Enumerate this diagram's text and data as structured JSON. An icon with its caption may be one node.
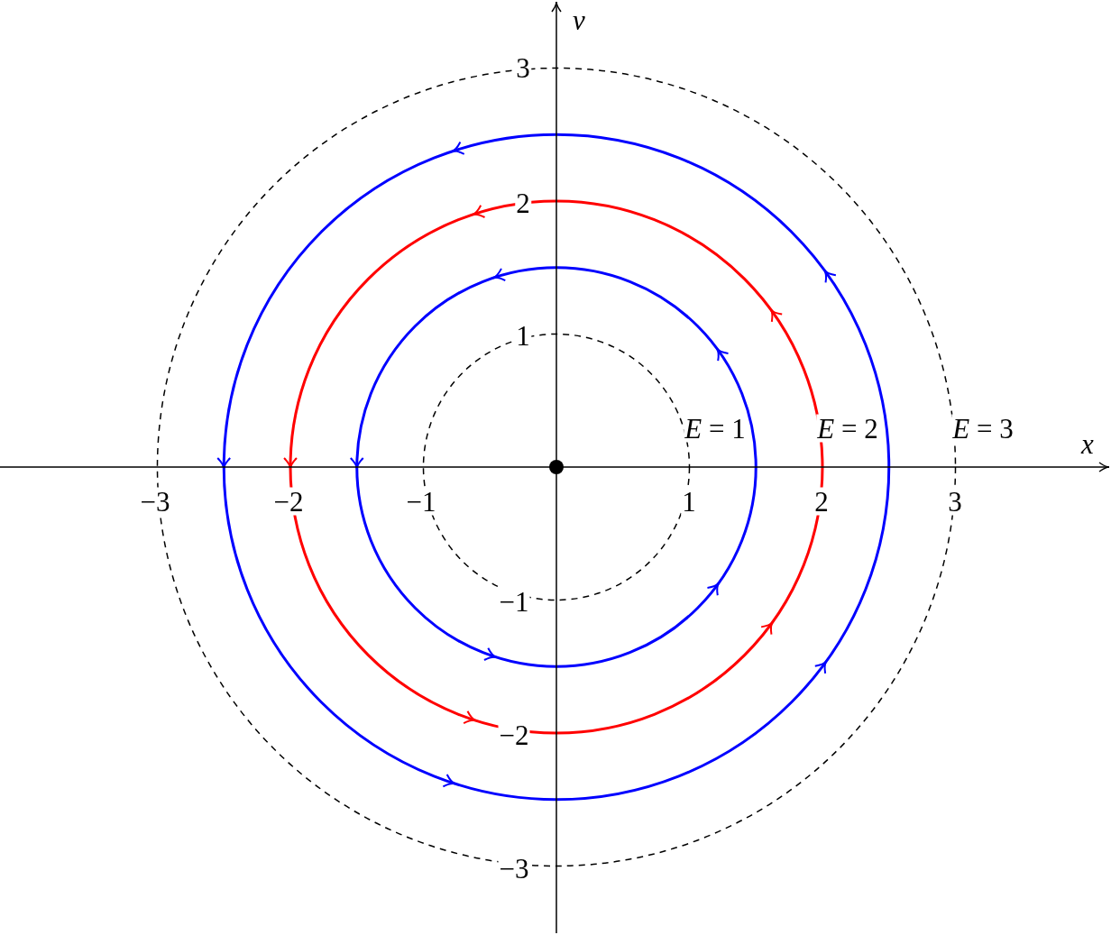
{
  "diagram": {
    "labels": [
      "v",
      "3",
      "2",
      "1",
      "*E* = 1",
      "*E* = 2",
      "*E* = 3",
      "x",
      "−3",
      "−2",
      "−1",
      "1",
      "2",
      "3",
      "−1",
      "−2",
      "−3"
    ]
  }
}
